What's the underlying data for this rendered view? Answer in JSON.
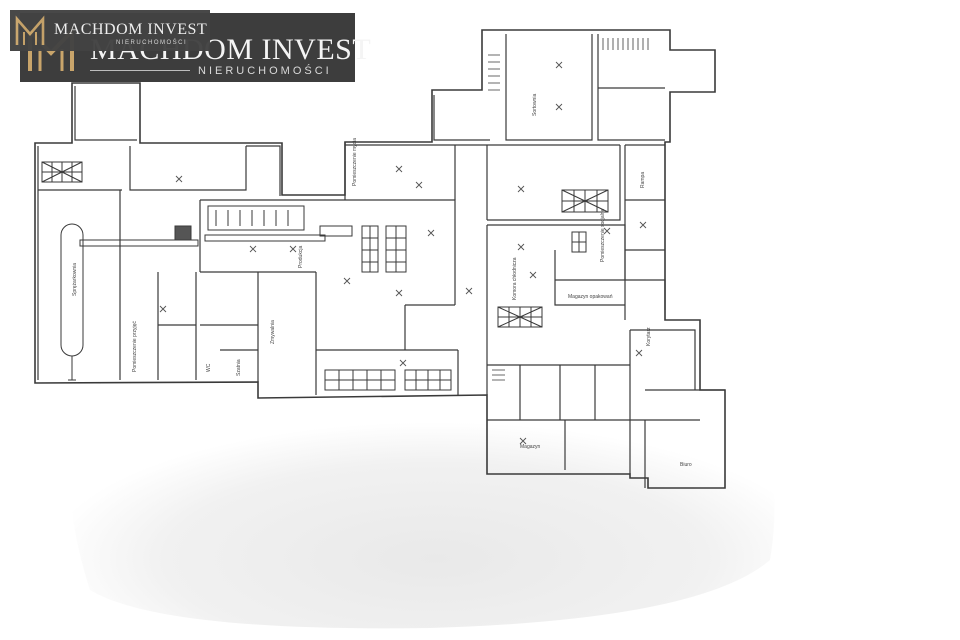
{
  "watermark_large": {
    "brand": "MACHDOM INVEST",
    "subtitle": "NIERUCHOMOŚCI"
  },
  "watermark_small": {
    "brand": "MACHDOM INVEST",
    "subtitle": "NIERUCHOMOŚCI"
  },
  "colors": {
    "logo_bg": "#3d3d3d",
    "logo_text": "#f4f4f4",
    "wall": "#3a3a3a",
    "fixture": "#555555",
    "paper_shadow": "#ececec"
  },
  "labels": [
    "Sprężarkownia",
    "Pomieszczenie przyjęć",
    "Pomieszczenie mycia",
    "Sortownia",
    "Produkcja",
    "Zmywalnia",
    "Szatnia",
    "WC",
    "Komora chłodnicza",
    "Magazyn",
    "Magazyn opakowań",
    "Biuro",
    "Korytarz",
    "Pomieszczenie socjalne",
    "Rampa"
  ]
}
